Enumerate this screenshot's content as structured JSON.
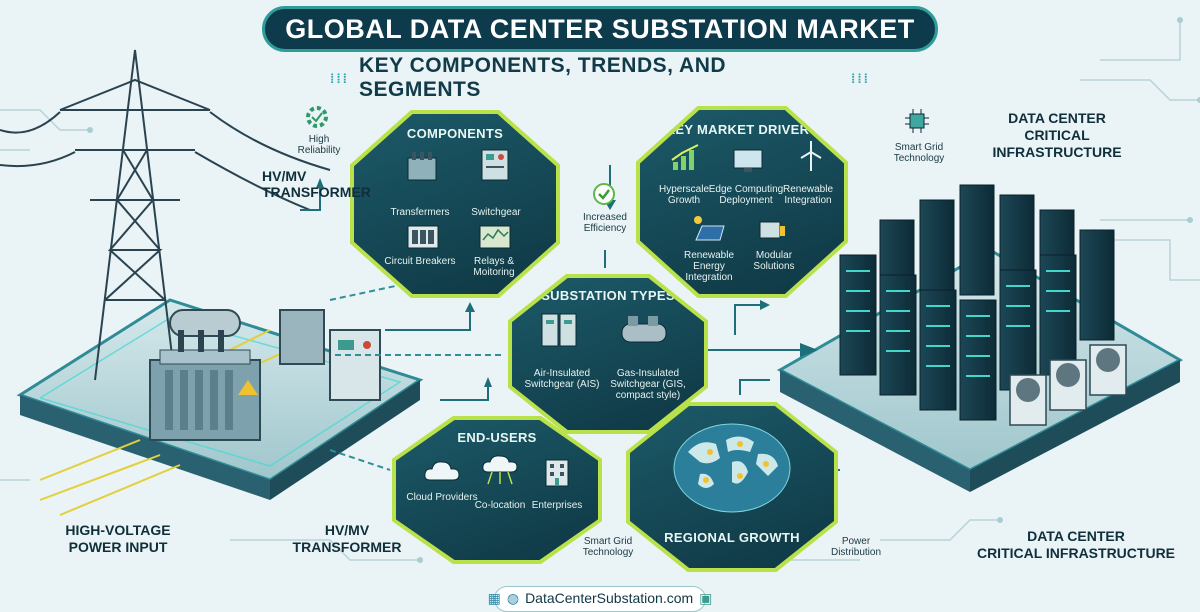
{
  "header": {
    "title": "GLOBAL DATA CENTER SUBSTATION MARKET",
    "subtitle": "KEY COMPONENTS, TRENDS, AND SEGMENTS"
  },
  "components": {
    "title": "COMPONENTS",
    "items": [
      "Transfermers",
      "Switchgear",
      "Circuit Breakers",
      "Relays & Moitoring"
    ]
  },
  "drivers": {
    "title": "KEY MARKET DRIVERS",
    "items": [
      "Hyperscale Growth",
      "Edge Computing Deployment",
      "Renewable Integration",
      "Renewable Energy Integration",
      "Modular Solutions"
    ]
  },
  "substation": {
    "title": "SUBSTATION TYPES",
    "items": [
      "Air-Insulated Switchgear (AIS)",
      "Gas-Insulated Switchgear (GIS, compact style)"
    ]
  },
  "endusers": {
    "title": "END-USERS",
    "items": [
      "Cloud Providers",
      "Co-location",
      "Enterprises"
    ]
  },
  "regional": {
    "title": "REGIONAL GROWTH"
  },
  "labels": {
    "high_reliability": "High Reliability",
    "hvmv_top": "HV/MV TRANSFORMER",
    "increased_efficiency": "Increased Efficiency",
    "smart_grid_top": "Smart Grid Technology",
    "dc_top_1": "DATA CENTER",
    "dc_top_2": "CRITICAL",
    "dc_top_3": "INFRASTRUCTURE",
    "hv_input_1": "HIGH-VOLTAGE",
    "hv_input_2": "POWER INPUT",
    "hvmv_bottom_1": "HV/MV",
    "hvmv_bottom_2": "TRANSFORMER",
    "smart_grid_bottom": "Smart Grid Technology",
    "power_distribution": "Power Distribution",
    "dc_bottom_1": "DATA CENTER",
    "dc_bottom_2": "CRITICAL INFRASTRUCTURE"
  },
  "footer": {
    "website": "DataCenterSubstation.com"
  },
  "colors": {
    "navy": "#0e3b4c",
    "teal": "#2f9c9a",
    "lime": "#b9e24a",
    "arrow": "#1f6f7a"
  }
}
